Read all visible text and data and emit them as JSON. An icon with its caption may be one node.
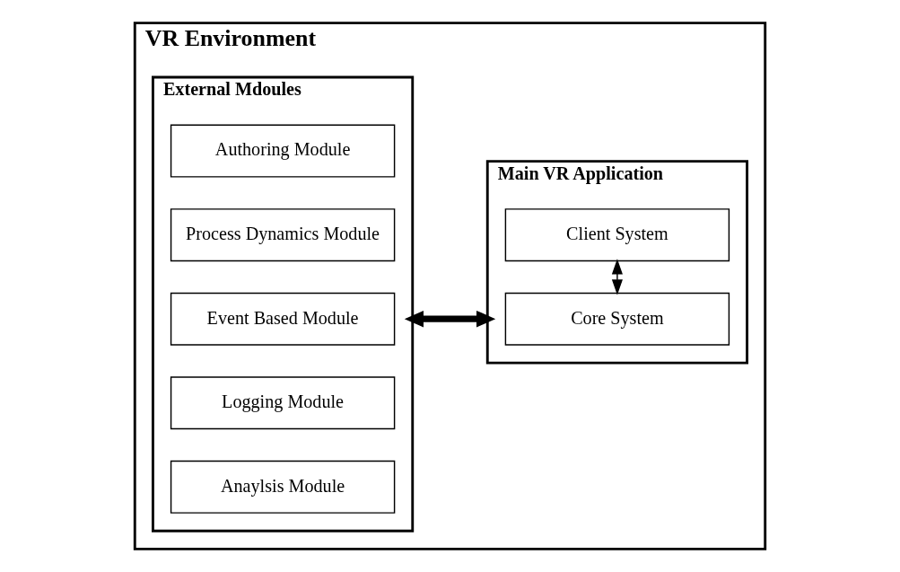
{
  "diagram": {
    "nodes": [
      {
        "text": [
          "VR Environment"
        ]
      },
      {
        "text": [
          "External Mdoules"
        ],
        "in": 0
      },
      {
        "text": [
          "Authoring Module"
        ],
        "in": 1
      },
      {
        "text": [
          "Process Dynamics Module"
        ],
        "in": 1
      },
      {
        "text": [
          "Event Based Module"
        ],
        "in": 1
      },
      {
        "text": [
          "Logging Module"
        ],
        "in": 1
      },
      {
        "text": [
          "Anaylsis Module"
        ],
        "in": 1
      },
      {
        "text": [
          "Main VR Application"
        ],
        "in": 0
      },
      {
        "text": [
          "Core System"
        ],
        "in": 7
      },
      {
        "text": [
          "Client System"
        ],
        "in": 7
      }
    ],
    "edges": [
      {
        "from": 1,
        "to": 7,
        "arrow": "both",
        "style": "thick"
      },
      {
        "from": 8,
        "to": 9,
        "arrow": "both"
      }
    ]
  }
}
